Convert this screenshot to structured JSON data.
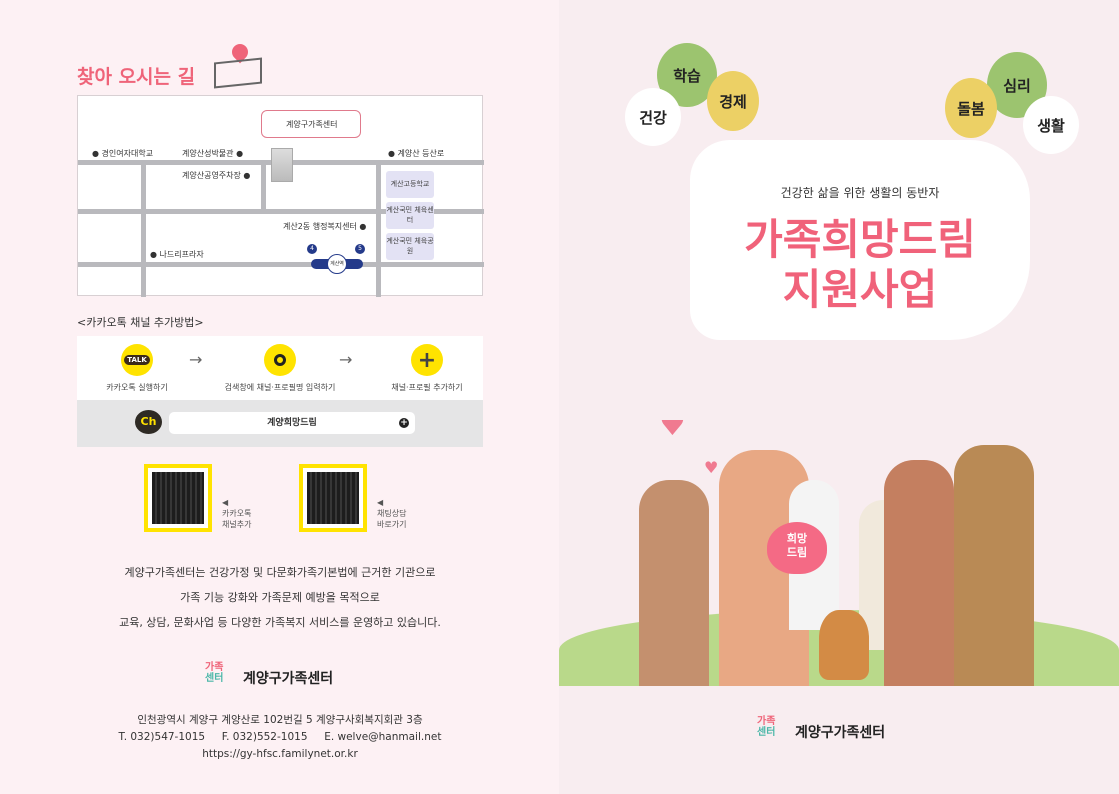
{
  "left": {
    "title": "찾아 오시는 길",
    "map": {
      "center_label": "계양구가족센터",
      "landmarks": [
        "경인여자대학교",
        "계양산성박물관",
        "계양산 등산로",
        "계양산공영주차장",
        "계산2동 행정복지센터",
        "나드리프라자"
      ],
      "boxes": [
        "계산고등학교",
        "계산국민 체육센터",
        "계산국민 체육공원"
      ],
      "station": "계산역",
      "exits": [
        "4",
        "5"
      ]
    },
    "kakao": {
      "heading": "<카카오톡 채널 추가방법>",
      "steps": [
        {
          "icon": "TALK",
          "label": "카카오톡 실행하기"
        },
        {
          "icon": "search",
          "label": "검색창에 채널·프로필명 입력하기"
        },
        {
          "icon": "+",
          "label": "채널·프로필 추가하기"
        }
      ],
      "arrow": "→",
      "ch_badge": "Ch",
      "search_value": "계양희망드림",
      "qr": [
        {
          "label1": "카카오톡",
          "label2": "채널추가"
        },
        {
          "label1": "채팅상담",
          "label2": "바로가기"
        }
      ],
      "pointer": "◀"
    },
    "description": [
      "계양구가족센터는 건강가정 및 다문화가족기본법에 근거한 기관으로",
      "가족 기능 강화와 가족문제 예방을 목적으로",
      "교육, 상담, 문화사업 등 다양한 가족복지 서비스를 운영하고 있습니다."
    ],
    "logo_name": "계양구가족센터",
    "logo_mark": [
      "가족",
      "센터"
    ],
    "address": "인천광역시 계양구 계양산로 102번길 5 계양구사회복지회관 3층",
    "tel": "T. 032)547-1015",
    "fax": "F. 032)552-1015",
    "email": "E. welve@hanmail.net",
    "url": "https://gy-hfsc.familynet.or.kr"
  },
  "right": {
    "balloons": [
      "학습",
      "경제",
      "건강",
      "심리",
      "돌봄",
      "생활"
    ],
    "slogan": "건강한 삶을 위한 생활의 동반자",
    "title_line1": "가족희망드림",
    "title_line2": "지원사업",
    "heart_text": [
      "희망",
      "드림"
    ],
    "logo_name": "계양구가족센터"
  },
  "colors": {
    "accent": "#ef6479",
    "kakao": "#ffe300",
    "green": "#9cc46f",
    "yellow": "#ecd065"
  }
}
